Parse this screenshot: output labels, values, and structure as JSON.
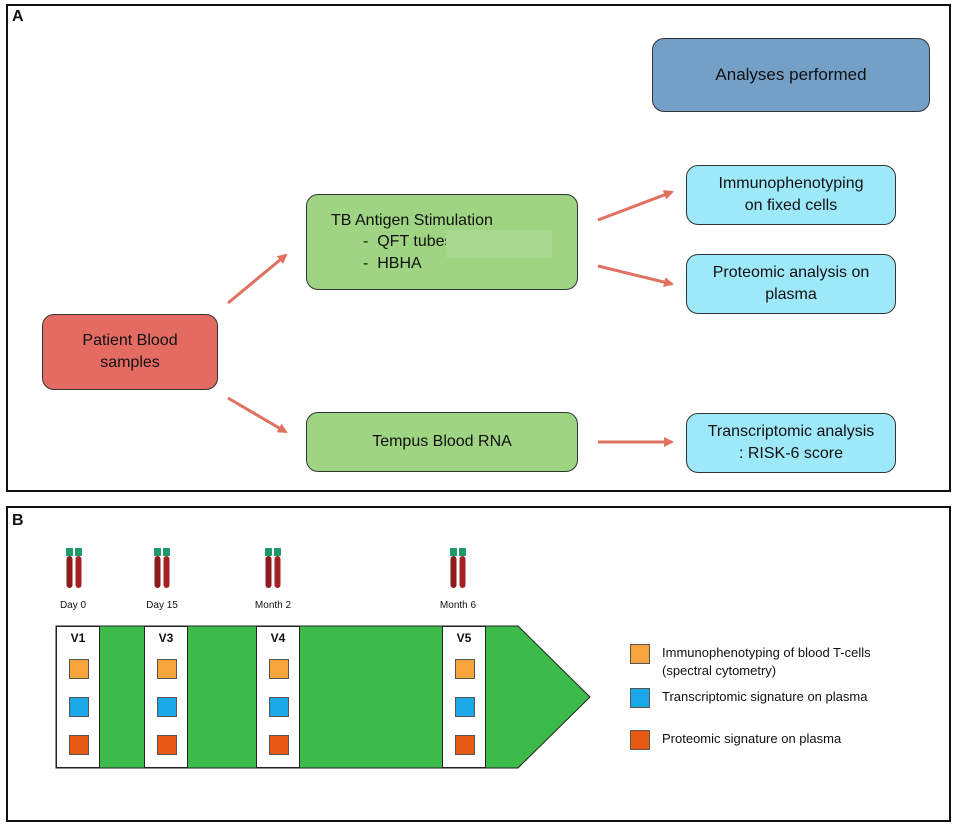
{
  "panel_a": {
    "label": "A",
    "patient": "Patient Blood\nsamples",
    "stimulation": {
      "title": "TB Antigen Stimulation",
      "items": [
        "-  QFT tubes",
        "-  HBHA"
      ]
    },
    "tempus": "Tempus Blood RNA",
    "analyses_header": "Analyses performed",
    "immuno": "Immunophenotyping\non fixed cells",
    "proteomic": "Proteomic analysis on\nplasma",
    "transcriptomic": "Transcriptomic analysis\n: RISK-6 score"
  },
  "panel_b": {
    "label": "B",
    "timepoints": [
      "Day 0",
      "Day 15",
      "Month 2",
      "Month 6"
    ],
    "visits": [
      "V1",
      "V3",
      "V4",
      "V5"
    ],
    "legend": [
      {
        "label": "Immunophenotyping of blood T-cells\n(spectral cytometry)",
        "color": "#f5a53b"
      },
      {
        "label": "Transcriptomic signature on plasma",
        "color": "#1aa8e8"
      },
      {
        "label": "Proteomic signature on plasma",
        "color": "#e85a14"
      }
    ],
    "colors": {
      "timeline": "#3cba4a",
      "orange": "#f5a53b",
      "blue": "#1aa8e8",
      "red": "#e85a14"
    }
  },
  "colors": {
    "arrow": "#e07060"
  }
}
